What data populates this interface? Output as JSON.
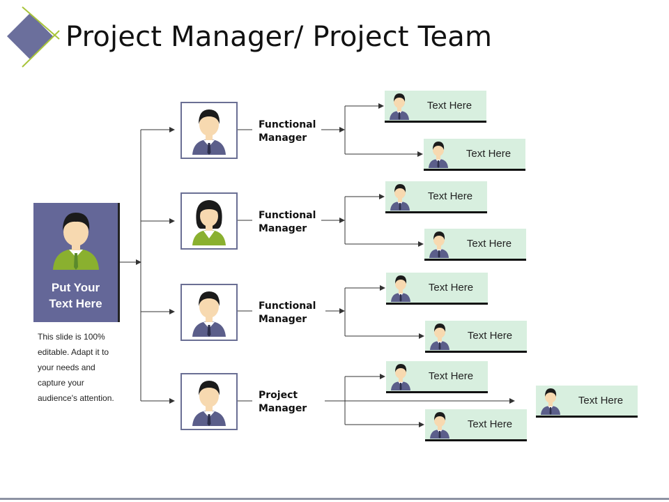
{
  "title": "Project Manager/ Project Team",
  "main_card": {
    "line1": "Put Your",
    "line2": "Text Here"
  },
  "description": [
    "This slide is 100%",
    "editable. Adapt it to",
    "your needs and",
    "capture your",
    "audience's attention."
  ],
  "managers": [
    {
      "line1": "Functional",
      "line2": "Manager",
      "avatar": "male-avatar-icon"
    },
    {
      "line1": "Functional",
      "line2": "Manager",
      "avatar": "female-avatar-icon"
    },
    {
      "line1": "Functional",
      "line2": "Manager",
      "avatar": "male-avatar-icon"
    },
    {
      "line1": "Project",
      "line2": "Manager",
      "avatar": "male-avatar-icon"
    }
  ],
  "team_members": [
    "Text Here",
    "Text Here",
    "Text Here",
    "Text Here",
    "Text Here",
    "Text Here",
    "Text Here",
    "Text Here",
    "Text Here"
  ],
  "colors": {
    "main_card": "#646798",
    "suit": "#5b5e8a",
    "green_jacket": "#8ab02f",
    "member_box": "#d8efdf",
    "logo_diamond": "#6b6f9c",
    "logo_line": "#a8c43a"
  }
}
